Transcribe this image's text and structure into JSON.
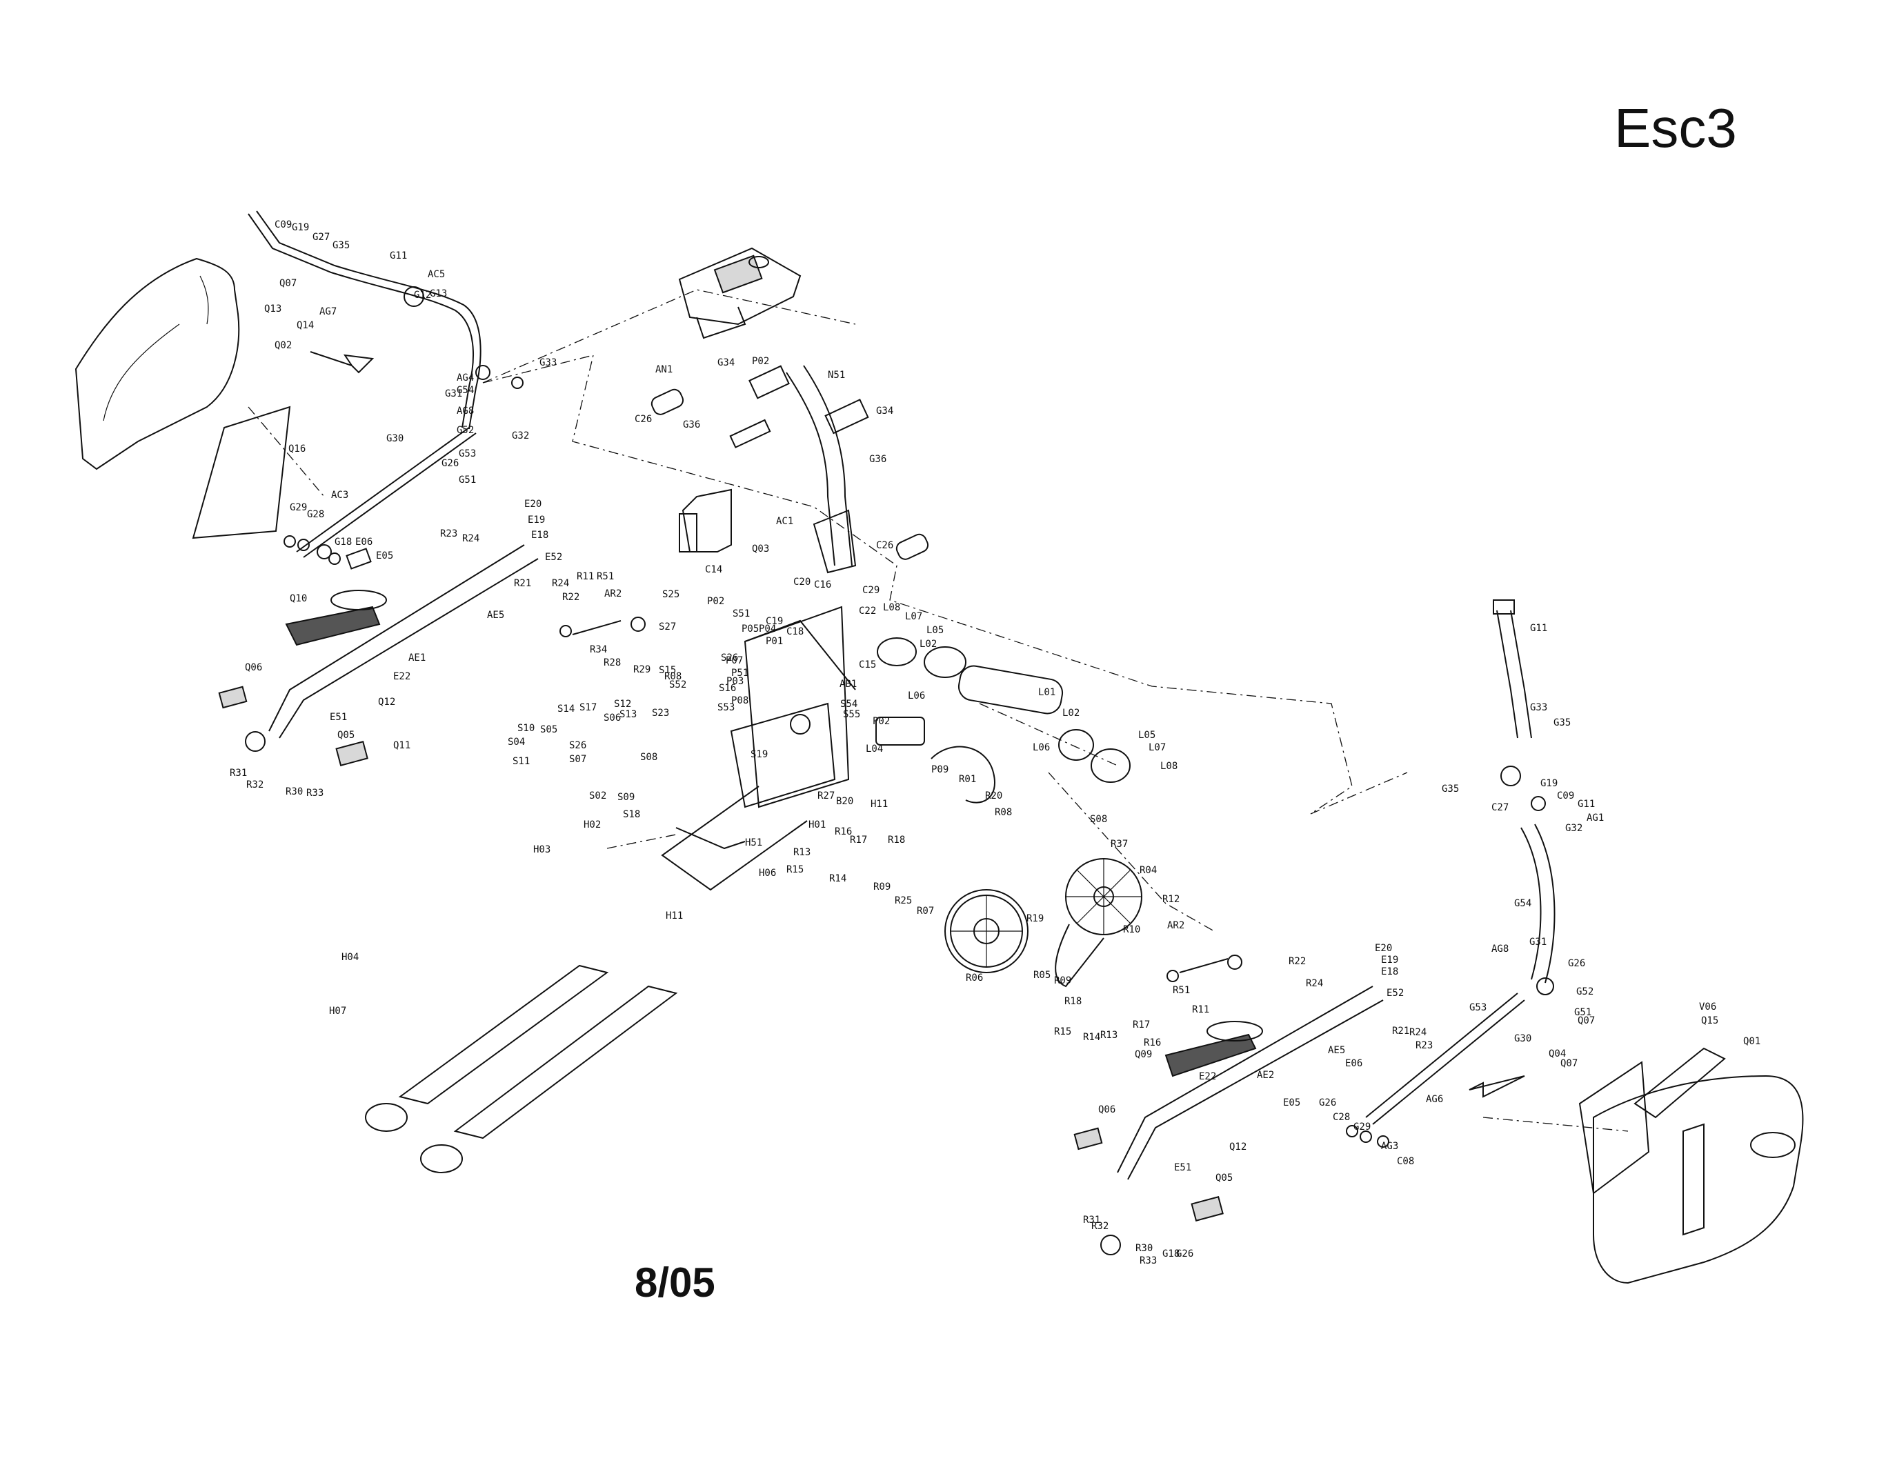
{
  "title": "Esc3",
  "date_code": "8/05",
  "parts": [
    "C09",
    "G19",
    "G27",
    "G35",
    "G11",
    "AC5",
    "G12",
    "G13",
    "AG7",
    "Q07",
    "Q13",
    "Q14",
    "Q02",
    "Q16",
    "G33",
    "AG4",
    "G31",
    "G54",
    "AG8",
    "G52",
    "G32",
    "G30",
    "G26",
    "G53",
    "G51",
    "AC3",
    "G29",
    "G28",
    "G18",
    "E06",
    "E05",
    "E20",
    "E19",
    "E18",
    "R23",
    "R24",
    "E52",
    "Q10",
    "AE5",
    "R21",
    "R24",
    "R22",
    "R11",
    "R51",
    "AR2",
    "E22",
    "AE1",
    "Q12",
    "Q06",
    "E51",
    "Q05",
    "Q11",
    "R31",
    "R32",
    "R30",
    "R33",
    "AN1",
    "G34",
    "P02",
    "N51",
    "C26",
    "G36",
    "G34",
    "G36",
    "AC1",
    "Q03",
    "C14",
    "C26",
    "C20",
    "C16",
    "C29",
    "C19",
    "C22",
    "C18",
    "C15",
    "L08",
    "L07",
    "L05",
    "L02",
    "AB1",
    "S25",
    "P02",
    "S51",
    "S27",
    "P05",
    "P04",
    "P01",
    "R34",
    "R28",
    "R29",
    "R08",
    "P07",
    "S26",
    "S15",
    "P51",
    "P03",
    "S16",
    "S52",
    "P08",
    "S53",
    "S14",
    "S17",
    "S13",
    "S12",
    "S10",
    "S05",
    "S06",
    "S04",
    "S23",
    "S11",
    "S26",
    "S07",
    "S08",
    "S09",
    "S02",
    "S18",
    "S19",
    "S54",
    "S55",
    "L06",
    "P02",
    "L04",
    "L01",
    "L02",
    "L05",
    "L07",
    "L08",
    "L06",
    "P09",
    "R01",
    "R20",
    "R08",
    "R27",
    "B20",
    "H11",
    "H02",
    "H03",
    "H01",
    "R16",
    "R17",
    "R18",
    "R13",
    "R15",
    "R14",
    "R09",
    "R25",
    "R07",
    "H51",
    "H06",
    "H11",
    "H04",
    "H07",
    "R06",
    "S08",
    "R37",
    "R04",
    "R12",
    "R19",
    "R10",
    "R05",
    "R09",
    "R18",
    "R15",
    "R13",
    "R14",
    "R17",
    "R16",
    "AR2",
    "R22",
    "R24",
    "R51",
    "R11",
    "E20",
    "E19",
    "E18",
    "E52",
    "R21",
    "R24",
    "R23",
    "AE5",
    "E06",
    "E05",
    "Q09",
    "E22",
    "AE2",
    "Q12",
    "Q06",
    "E51",
    "Q05",
    "R31",
    "R32",
    "R30",
    "R33",
    "G18",
    "G26",
    "G26",
    "C28",
    "G29",
    "AG3",
    "C08",
    "AG6",
    "G11",
    "G33",
    "G35",
    "G35",
    "C27",
    "G19",
    "C09",
    "G11",
    "AG1",
    "G32",
    "G54",
    "AG8",
    "G31",
    "G26",
    "G52",
    "G53",
    "G51",
    "G30",
    "Q07",
    "Q04",
    "Q07",
    "V06",
    "Q15",
    "Q01"
  ]
}
